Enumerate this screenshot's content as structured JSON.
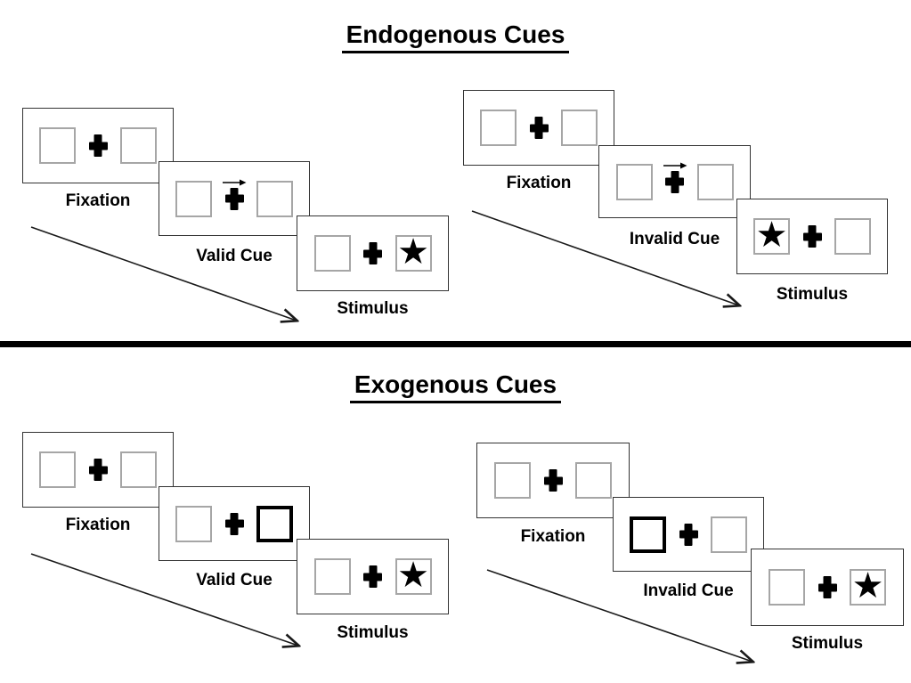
{
  "colors": {
    "background": "#ffffff",
    "ink": "#000000",
    "panel_border": "#333333",
    "square_border": "#a6a6a6",
    "highlight_border": "#000000"
  },
  "glyphs": {
    "star": "★"
  },
  "endogenous": {
    "title": "Endogenous Cues",
    "valid": {
      "fixation_label": "Fixation",
      "cue_label": "Valid Cue",
      "stimulus_label": "Stimulus",
      "cue_description": "central arrow pointing right above fixation cross",
      "star_side": "right"
    },
    "invalid": {
      "fixation_label": "Fixation",
      "cue_label": "Invalid Cue",
      "stimulus_label": "Stimulus",
      "cue_description": "central arrow pointing right above fixation cross",
      "star_side": "left"
    }
  },
  "exogenous": {
    "title": "Exogenous Cues",
    "valid": {
      "fixation_label": "Fixation",
      "cue_label": "Valid Cue",
      "stimulus_label": "Stimulus",
      "cue_description": "right peripheral box highlighted with thick border",
      "star_side": "right"
    },
    "invalid": {
      "fixation_label": "Fixation",
      "cue_label": "Invalid Cue",
      "stimulus_label": "Stimulus",
      "cue_description": "left peripheral box highlighted with thick border",
      "star_side": "right"
    }
  }
}
